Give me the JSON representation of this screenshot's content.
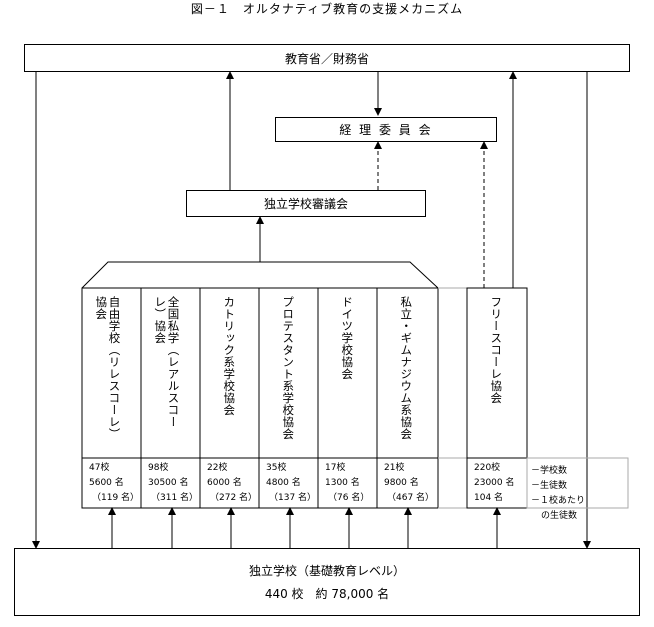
{
  "title": "図－１　オルタナティブ教育の支援メカニズム",
  "nodes": {
    "ministry": "教育省／財務省",
    "accounting": "経 理 委 員 会",
    "council": "独立学校審議会",
    "base_line1": "独立学校（基礎教育レベル）",
    "base_line2": "440 校　約 78,000 名"
  },
  "associations": [
    {
      "name": "自由学校（リレスコーレ）\n協会",
      "schools": "47校",
      "students": "5600 名",
      "avg": "（119 名）"
    },
    {
      "name": "全国私学（レアルスコー\nレ）協会",
      "schools": "98校",
      "students": "30500 名",
      "avg": "（311 名）"
    },
    {
      "name": "カトリック系学校協会",
      "schools": "22校",
      "students": "6000 名",
      "avg": "（272 名）"
    },
    {
      "name": "プロテスタント系学校協会",
      "schools": "35校",
      "students": "4800 名",
      "avg": "（137 名）"
    },
    {
      "name": "ドイツ学校協会",
      "schools": "17校",
      "students": "1300 名",
      "avg": "（76 名）"
    },
    {
      "name": "私立・ギムナジウム系協会",
      "schools": "21校",
      "students": "9800 名",
      "avg": "（467 名）"
    }
  ],
  "free_school": {
    "name": "フリースコーレ協会",
    "schools": "220校",
    "students": "23000 名",
    "avg": "104 名"
  },
  "legend": [
    "－学校数",
    "－生徒数",
    "－１校あたり",
    "の生徒数"
  ]
}
